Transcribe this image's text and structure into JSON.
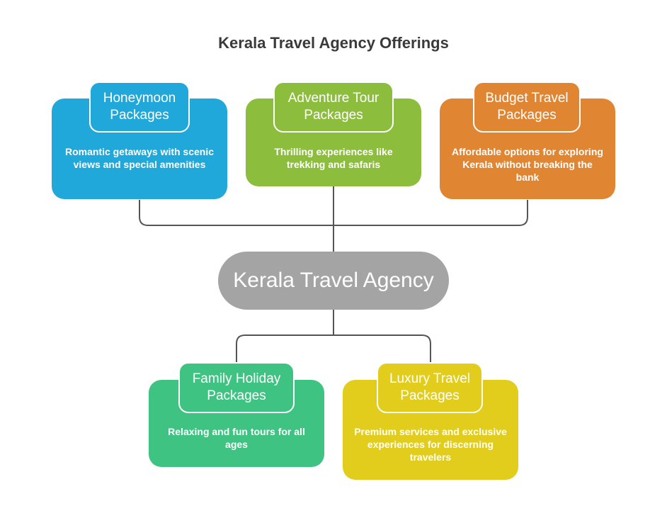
{
  "title": "Kerala Travel Agency Offerings",
  "center": {
    "label": "Kerala Travel Agency",
    "color": "#a4a4a4"
  },
  "connector_color": "#555555",
  "offerings": [
    {
      "id": "honeymoon",
      "title": "Honeymoon Packages",
      "description": "Romantic getaways with scenic views and special amenities",
      "color": "#1fa8d9"
    },
    {
      "id": "adventure",
      "title": "Adventure Tour Packages",
      "description": "Thrilling experiences like trekking and safaris",
      "color": "#8dbd3c"
    },
    {
      "id": "budget",
      "title": "Budget Travel Packages",
      "description": "Affordable options for exploring Kerala without breaking the bank",
      "color": "#e08532"
    },
    {
      "id": "family",
      "title": "Family Holiday Packages",
      "description": "Relaxing and fun tours for all ages",
      "color": "#3fc383"
    },
    {
      "id": "luxury",
      "title": "Luxury Travel Packages",
      "description": "Premium services and exclusive experiences for discerning travelers",
      "color": "#e3cd1c"
    }
  ]
}
